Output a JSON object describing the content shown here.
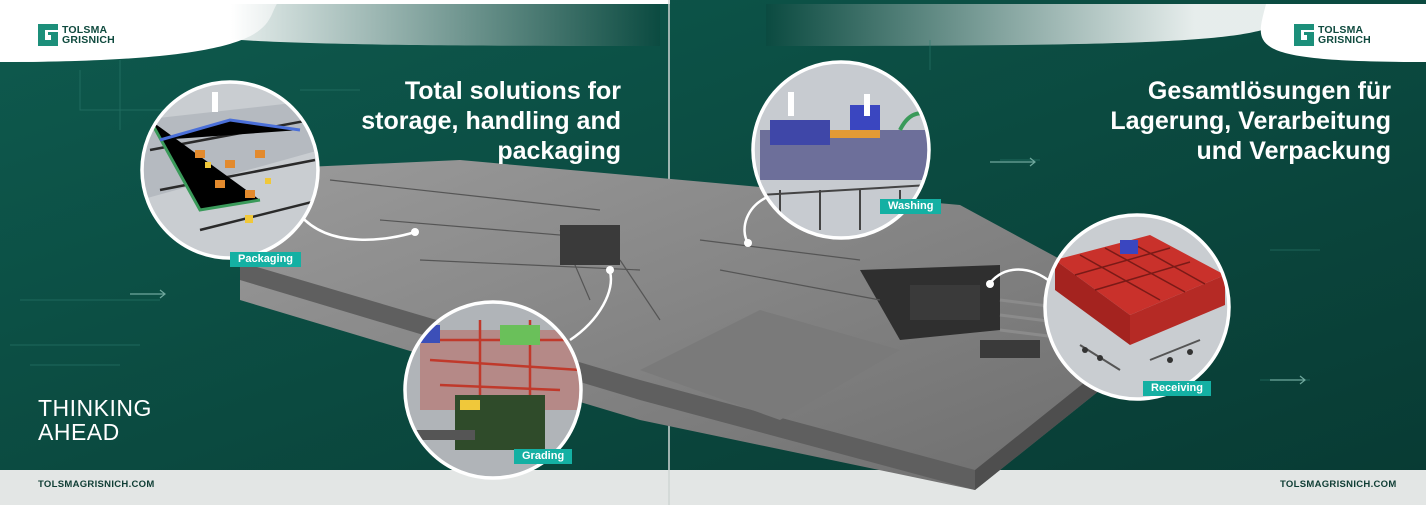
{
  "brand": {
    "logo_line1": "TOLSMA",
    "logo_line2": "GRISNICH",
    "url_left": "TOLSMAGRISNICH.COM",
    "url_right": "TOLSMAGRISNICH.COM"
  },
  "left_page": {
    "headline_lines": [
      "Total solutions for",
      "storage, handling and",
      "packaging"
    ],
    "tagline_line1": "THINKING",
    "tagline_line2": "AHEAD"
  },
  "right_page": {
    "headline_lines": [
      "Gesamtlösungen für",
      "Lagerung, Verarbeitung",
      "und Verpackung"
    ]
  },
  "callouts": {
    "packaging": "Packaging",
    "grading": "Grading",
    "washing": "Washing",
    "receiving": "Receiving"
  },
  "colors": {
    "background_teal": "#0c4d43",
    "accent_label": "#14b0a3",
    "footer_band": "#e3e6e5",
    "circle_border": "#ffffff"
  },
  "icons": [
    "tolsma-grisnich-logo",
    "arrow-right-icon"
  ]
}
